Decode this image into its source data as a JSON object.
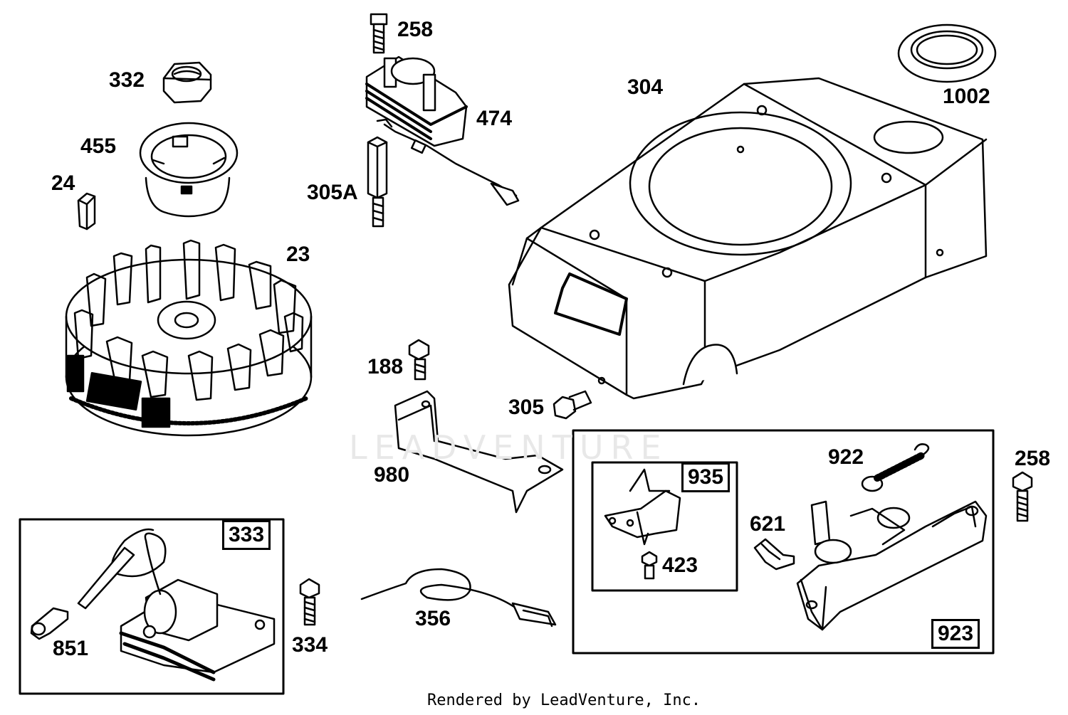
{
  "diagram": {
    "parts": [
      {
        "id": "258",
        "label": "258"
      },
      {
        "id": "332",
        "label": "332"
      },
      {
        "id": "474",
        "label": "474"
      },
      {
        "id": "304",
        "label": "304"
      },
      {
        "id": "1002",
        "label": "1002"
      },
      {
        "id": "455",
        "label": "455"
      },
      {
        "id": "24",
        "label": "24"
      },
      {
        "id": "305A",
        "label": "305A"
      },
      {
        "id": "23",
        "label": "23"
      },
      {
        "id": "188",
        "label": "188"
      },
      {
        "id": "305",
        "label": "305"
      },
      {
        "id": "980",
        "label": "980"
      },
      {
        "id": "922",
        "label": "922"
      },
      {
        "id": "258b",
        "label": "258"
      },
      {
        "id": "621",
        "label": "621"
      },
      {
        "id": "423",
        "label": "423"
      },
      {
        "id": "356",
        "label": "356"
      },
      {
        "id": "334",
        "label": "334"
      },
      {
        "id": "851",
        "label": "851"
      }
    ],
    "kits": [
      {
        "id": "935",
        "label": "935"
      },
      {
        "id": "333",
        "label": "333"
      },
      {
        "id": "923",
        "label": "923"
      }
    ],
    "watermark": "LEADVENTURE",
    "footer": "Rendered by LeadVenture, Inc."
  }
}
